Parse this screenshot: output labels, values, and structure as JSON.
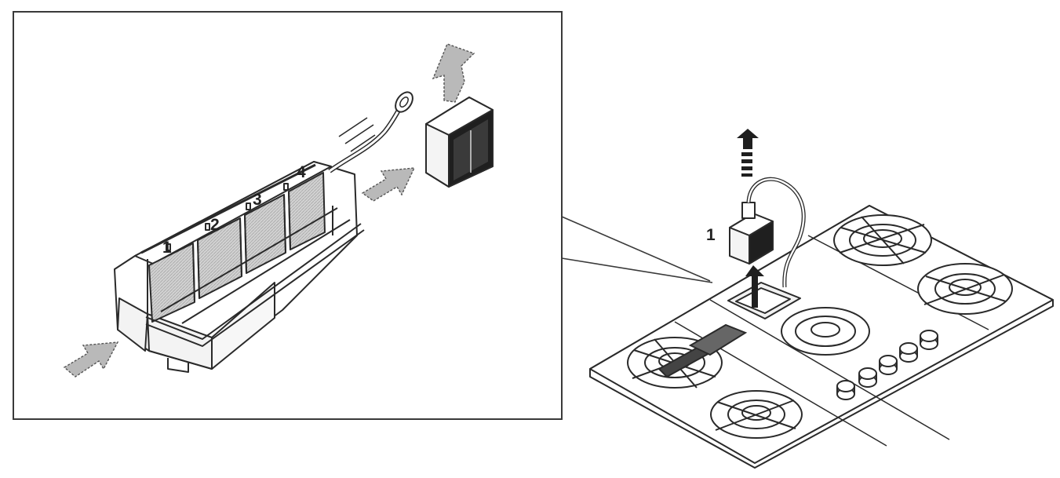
{
  "labels": {
    "filter_cell_1": "1",
    "filter_cell_2": "2",
    "filter_cell_3": "3",
    "filter_cell_4": "4",
    "cartridge_callout": "1"
  },
  "icons": {
    "arrow_intake": "dashed-arrow-icon",
    "arrow_exhaust": "dashed-arrow-icon",
    "arrow_removal": "solid-up-arrow-icon"
  },
  "colors": {
    "line": "#2a2a2a",
    "panel_fill": "#d8d8d8",
    "arrow_fill": "#b9b9b9",
    "background": "#ffffff"
  }
}
